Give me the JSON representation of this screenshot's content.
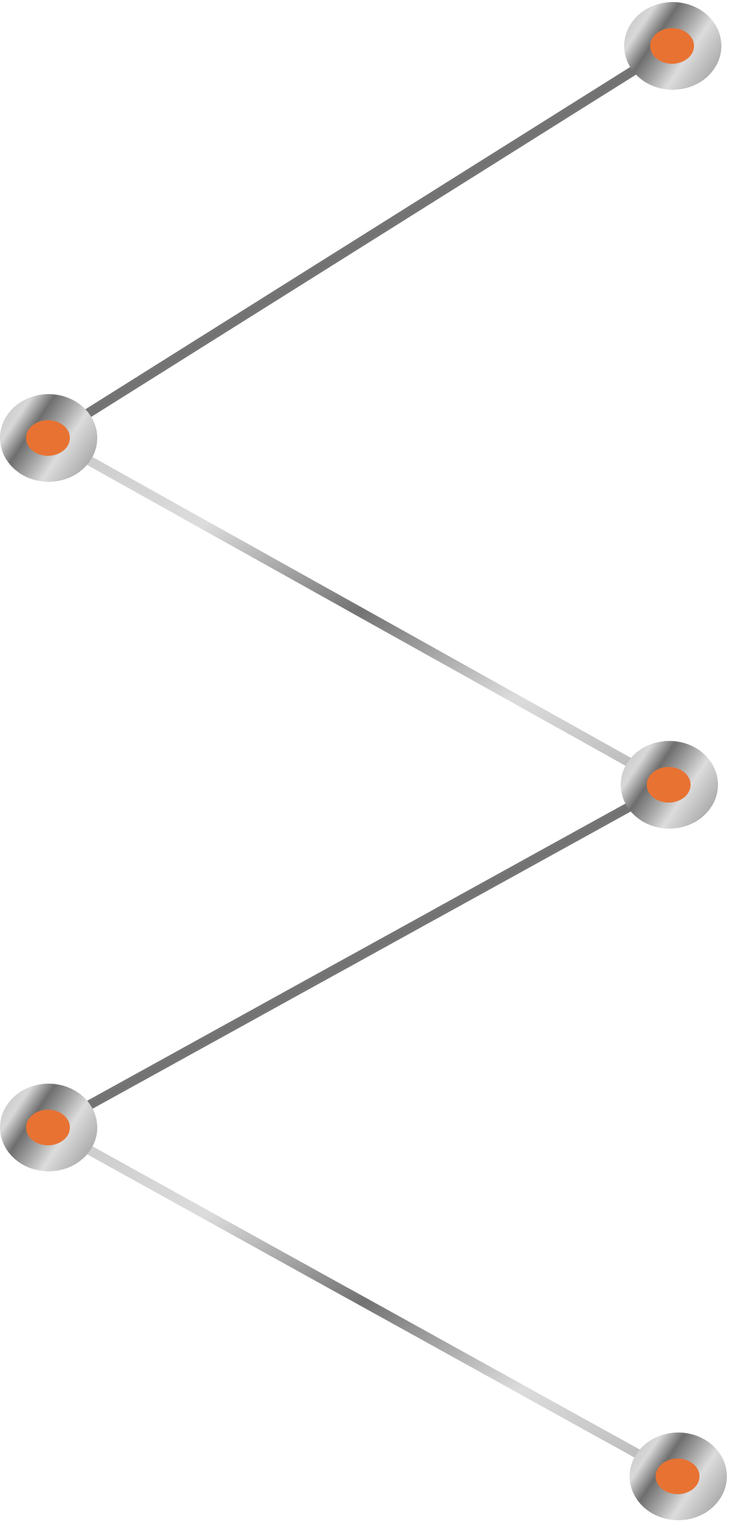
{
  "diagram": {
    "type": "zigzag-node-chain",
    "node_count": 5,
    "connector_count": 4,
    "colors": {
      "node_core": "#E87232",
      "metal_light": "#DADADA",
      "metal_mid": "#B4B4B4",
      "metal_dark": "#6E6E6E",
      "background": "#FFFFFF"
    }
  }
}
